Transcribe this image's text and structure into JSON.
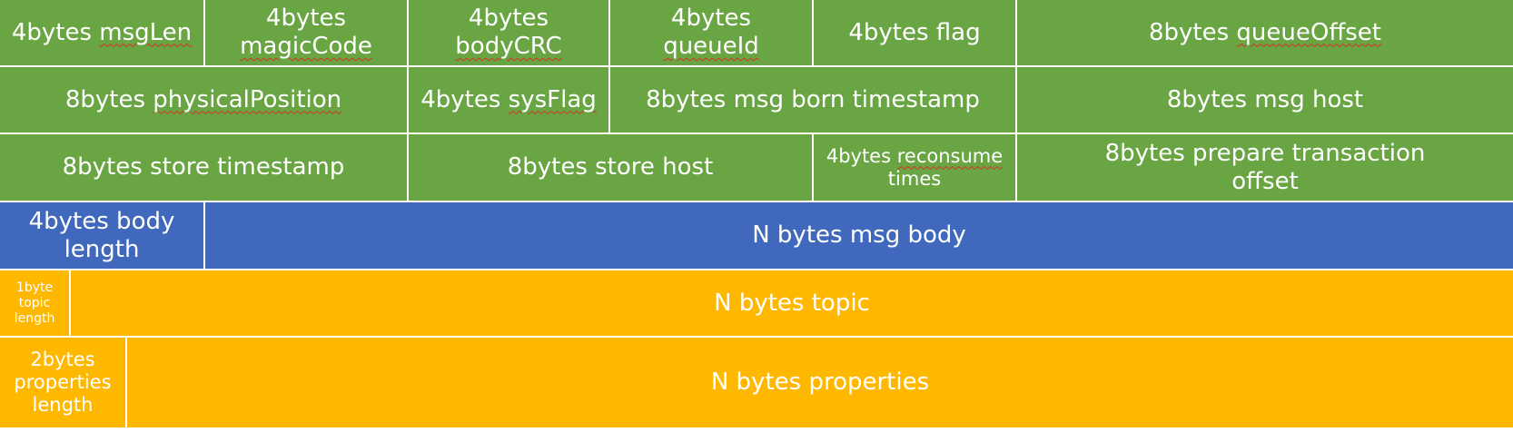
{
  "colors": {
    "header_fields": "#6aa544",
    "body_fields": "#4069bd",
    "topic_properties_fields": "#ffb800",
    "text": "#ffffff"
  },
  "rows": [
    {
      "cells": [
        {
          "size": "4bytes",
          "name": "msgLen"
        },
        {
          "size": "4bytes",
          "name": "magicCode"
        },
        {
          "size": "4bytes",
          "name": "bodyCRC"
        },
        {
          "size": "4bytes",
          "name": "queueId"
        },
        {
          "size": "4bytes",
          "name": "flag"
        },
        {
          "size": "8bytes",
          "name": "queueOffset"
        }
      ]
    },
    {
      "cells": [
        {
          "size": "8bytes",
          "name": "physicalPosition"
        },
        {
          "size": "4bytes",
          "name": "sysFlag"
        },
        {
          "size": "8bytes",
          "name": "msg born timestamp"
        },
        {
          "size": "8bytes",
          "name": "msg host"
        }
      ]
    },
    {
      "cells": [
        {
          "size": "8bytes",
          "name": "store timestamp"
        },
        {
          "size": "8bytes",
          "name": "store host"
        },
        {
          "size": "4bytes",
          "name": "reconsume",
          "name_2": "times"
        },
        {
          "text_1": "8bytes prepare transaction",
          "text_2": "offset"
        }
      ]
    },
    {
      "cells": [
        {
          "text_1": "4bytes body",
          "text_2": "length"
        },
        {
          "text": "N bytes msg body"
        }
      ]
    },
    {
      "cells": [
        {
          "text_1": "1byte",
          "text_2": "topic",
          "text_3": "length"
        },
        {
          "text": "N bytes topic"
        }
      ]
    },
    {
      "cells": [
        {
          "text_1": "2bytes",
          "text_2": "properties",
          "text_3": "length"
        },
        {
          "text": "N bytes properties"
        }
      ]
    }
  ]
}
